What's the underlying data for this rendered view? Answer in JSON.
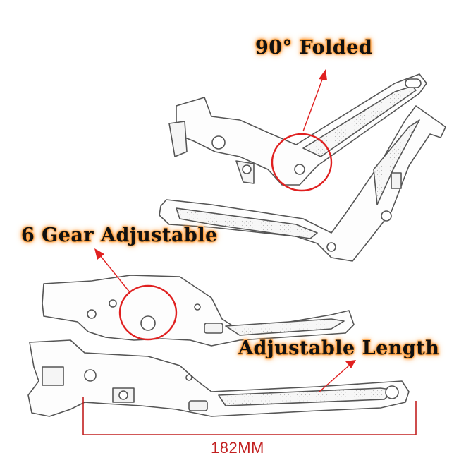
{
  "labels": {
    "folded": "90°  Folded",
    "gear": "6 Gear Adjustable",
    "length": "Adjustable Length",
    "dimension": "182MM"
  },
  "colors": {
    "accent": "#e02020",
    "dimension_line": "#c22020",
    "glow": "#ff9a2e",
    "sketch": "#555555"
  }
}
